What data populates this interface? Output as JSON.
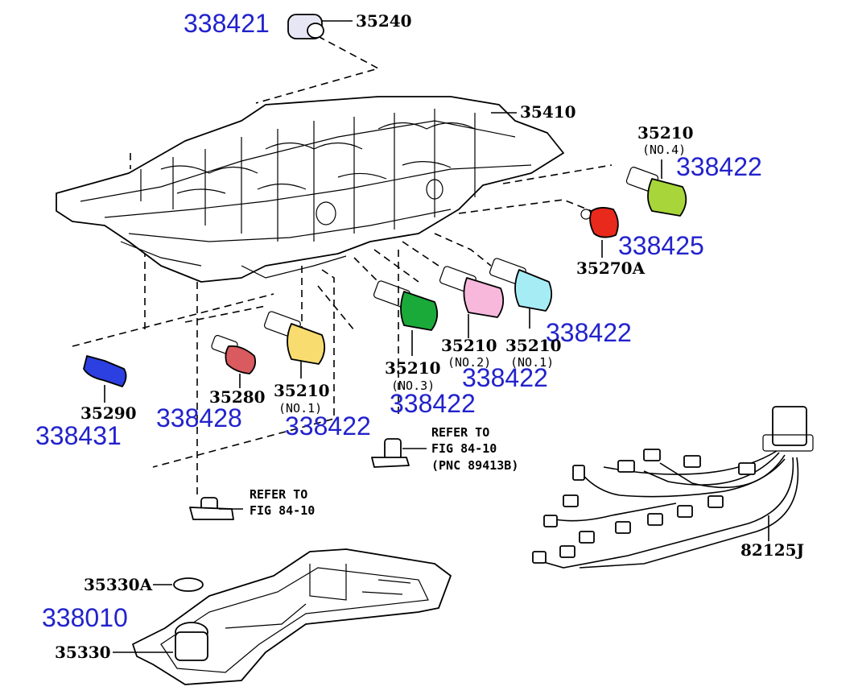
{
  "parts": {
    "p35240": {
      "pn": "35240",
      "code": "338421"
    },
    "p35410": {
      "pn": "35410"
    },
    "p35210_no4": {
      "pn": "35210",
      "sub": "(NO.4)",
      "code": "338422",
      "color": "#a8d63a"
    },
    "p35270a": {
      "pn": "35270A",
      "code": "338425",
      "color": "#e8291c"
    },
    "p35210_no1_right": {
      "pn": "35210",
      "sub": "(NO.1)",
      "code": "338422",
      "color": "#a6ecf4"
    },
    "p35210_no2": {
      "pn": "35210",
      "sub": "(NO.2)",
      "code": "338422",
      "color": "#f7b8dc"
    },
    "p35210_no3": {
      "pn": "35210",
      "sub": "(NO.3)",
      "code": "338422",
      "color": "#1aaa3a"
    },
    "p35210_no1_left": {
      "pn": "35210",
      "sub": "(NO.1)",
      "code": "338422",
      "color": "#f8dc70"
    },
    "p35280": {
      "pn": "35280",
      "code": "338428",
      "color": "#d95a5f"
    },
    "p35290": {
      "pn": "35290",
      "code": "338431",
      "color": "#2c3fe0"
    },
    "p82125j": {
      "pn": "82125J"
    },
    "p35330a": {
      "pn": "35330A"
    },
    "p35330": {
      "pn": "35330",
      "code": "338010"
    }
  },
  "refs": {
    "ref1": {
      "line1": "REFER TO",
      "line2": "FIG 84-10",
      "line3": "(PNC 89413B)"
    },
    "ref2": {
      "line1": "REFER TO",
      "line2": "FIG 84-10"
    }
  }
}
